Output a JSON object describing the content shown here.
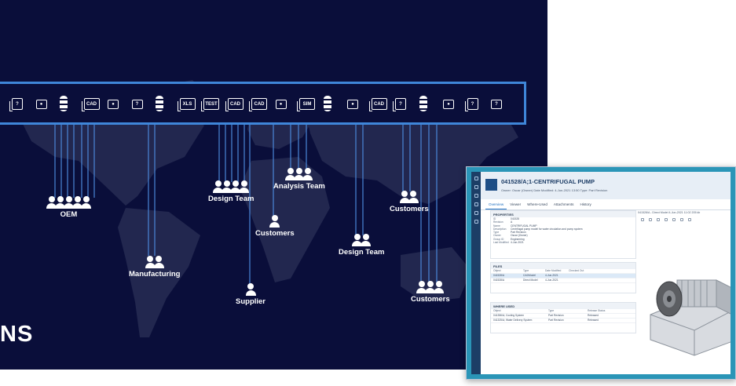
{
  "slide": {
    "partial_heading": "NS",
    "toolbar_icons": [
      {
        "type": "doc",
        "label": "?"
      },
      {
        "type": "chat",
        "label": "●"
      },
      {
        "type": "db",
        "label": ""
      },
      {
        "type": "doc",
        "label": "CAD"
      },
      {
        "type": "chat",
        "label": "●"
      },
      {
        "type": "chat",
        "label": "?"
      },
      {
        "type": "db",
        "label": ""
      },
      {
        "type": "doc",
        "label": "XLS"
      },
      {
        "type": "doc",
        "label": "TEST"
      },
      {
        "type": "doc",
        "label": "CAD"
      },
      {
        "type": "doc",
        "label": "CAD"
      },
      {
        "type": "chat",
        "label": "●"
      },
      {
        "type": "doc",
        "label": "SIM"
      },
      {
        "type": "db",
        "label": ""
      },
      {
        "type": "chat",
        "label": "●"
      },
      {
        "type": "doc",
        "label": "CAD"
      },
      {
        "type": "doc",
        "label": "?"
      },
      {
        "type": "db",
        "label": ""
      },
      {
        "type": "chat",
        "label": "●"
      },
      {
        "type": "doc",
        "label": "?"
      },
      {
        "type": "chat",
        "label": "?"
      }
    ],
    "teams": [
      {
        "label": "OEM",
        "people": 5
      },
      {
        "label": "Manufacturing",
        "people": 2
      },
      {
        "label": "Design Team",
        "people": 4
      },
      {
        "label": "Supplier",
        "people": 1
      },
      {
        "label": "Customers",
        "people": 1
      },
      {
        "label": "Analysis Team",
        "people": 3
      },
      {
        "label": "Design Team",
        "people": 2
      },
      {
        "label": "Customers",
        "people": 2
      },
      {
        "label": "Customers",
        "people": 3
      }
    ]
  },
  "app": {
    "title": "041528/A;1-CENTRIFUGAL PUMP",
    "meta": "Owner: Oscar (Owner)     Date Modified: 4-Jun-2021 13:50     Type: Part Revision",
    "tabs": [
      "Overview",
      "Viewer",
      "Where-Used",
      "Attachments",
      "History"
    ],
    "properties": {
      "header": "PROPERTIES",
      "rows": [
        [
          "ID",
          "041528"
        ],
        [
          "Revision",
          "A"
        ],
        [
          "Name",
          "CENTRIFUGAL PUMP"
        ],
        [
          "Description",
          "Centrifugal pump model for water circulation and pump system"
        ],
        [
          "Type",
          "Part Revision"
        ],
        [
          "Owner",
          "Oscar (Owner)"
        ],
        [
          "Group ID",
          "Engineering"
        ],
        [
          "Last Modified",
          "4-Jun-2021"
        ]
      ]
    },
    "files": {
      "header": "FILES",
      "columns": [
        "Object",
        "Type",
        "Date Modified",
        "Checked Out"
      ],
      "rows": [
        [
          "041528/A",
          "CADModel",
          "4-Jun-2021",
          ""
        ],
        [
          "041528/A",
          "Direct Model",
          "4-Jun-2021",
          ""
        ]
      ]
    },
    "where_used": {
      "header": "WHERE USED",
      "columns": [
        "Object",
        "Type",
        "Release Status"
      ],
      "rows": [
        [
          "041356/A; Cooling System",
          "Part Revision",
          "Released"
        ],
        [
          "041325/A; Water Delivery System",
          "Part Revision",
          "Released"
        ]
      ]
    },
    "viewer_title": "041528/A - Direct Model     4-Jun-2021 11:02     205 kb"
  },
  "colors": {
    "slide_bg": "#0a0e3a",
    "accent_blue": "#3f86d9",
    "app_frame": "#2a95b7"
  }
}
